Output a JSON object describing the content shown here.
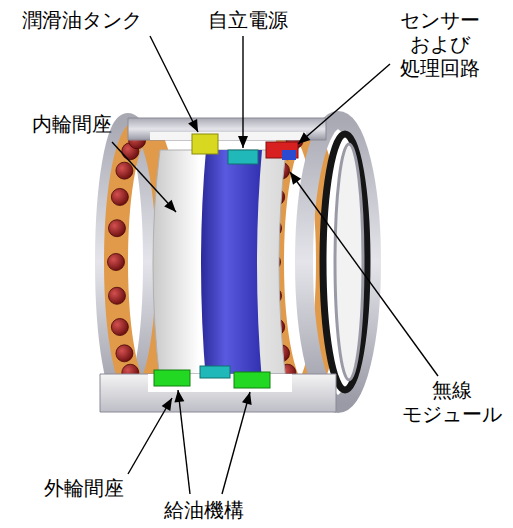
{
  "diagram": {
    "labels": [
      "潤滑油タンク",
      "自立電源",
      "センサー および 処理回路",
      "内輪間座",
      "無線 モジュール",
      "外輪間座",
      "給油機構"
    ]
  }
}
